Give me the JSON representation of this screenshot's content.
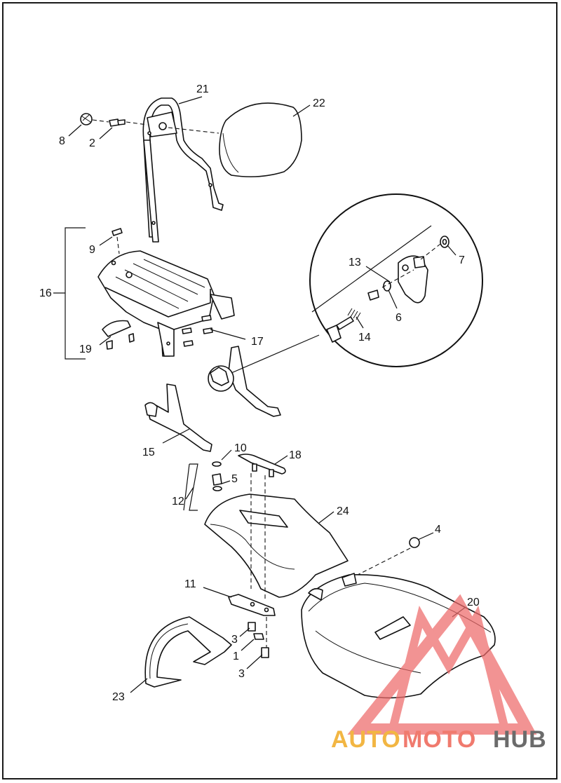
{
  "callouts": [
    {
      "id": "c21",
      "text": "21"
    },
    {
      "id": "c22",
      "text": "22"
    },
    {
      "id": "c8",
      "text": "8"
    },
    {
      "id": "c2",
      "text": "2"
    },
    {
      "id": "c9",
      "text": "9"
    },
    {
      "id": "c16",
      "text": "16"
    },
    {
      "id": "c19",
      "text": "19"
    },
    {
      "id": "c17",
      "text": "17"
    },
    {
      "id": "c13",
      "text": "13"
    },
    {
      "id": "c7",
      "text": "7"
    },
    {
      "id": "c6",
      "text": "6"
    },
    {
      "id": "c14",
      "text": "14"
    },
    {
      "id": "c15",
      "text": "15"
    },
    {
      "id": "c10",
      "text": "10"
    },
    {
      "id": "c18",
      "text": "18"
    },
    {
      "id": "c5",
      "text": "5"
    },
    {
      "id": "c12",
      "text": "12"
    },
    {
      "id": "c24",
      "text": "24"
    },
    {
      "id": "c4",
      "text": "4"
    },
    {
      "id": "c11",
      "text": "11"
    },
    {
      "id": "c20",
      "text": "20"
    },
    {
      "id": "c3a",
      "text": "3"
    },
    {
      "id": "c1",
      "text": "1"
    },
    {
      "id": "c3b",
      "text": "3"
    },
    {
      "id": "c23",
      "text": "23"
    }
  ],
  "watermark": {
    "part1": "AUTO",
    "part2": "MOTO",
    "part3": "HUB",
    "color_auto": "#f2b643",
    "color_moto": "#f07a6e",
    "color_hub": "#6b6b6b",
    "logo_color": "#ee6a6a"
  }
}
